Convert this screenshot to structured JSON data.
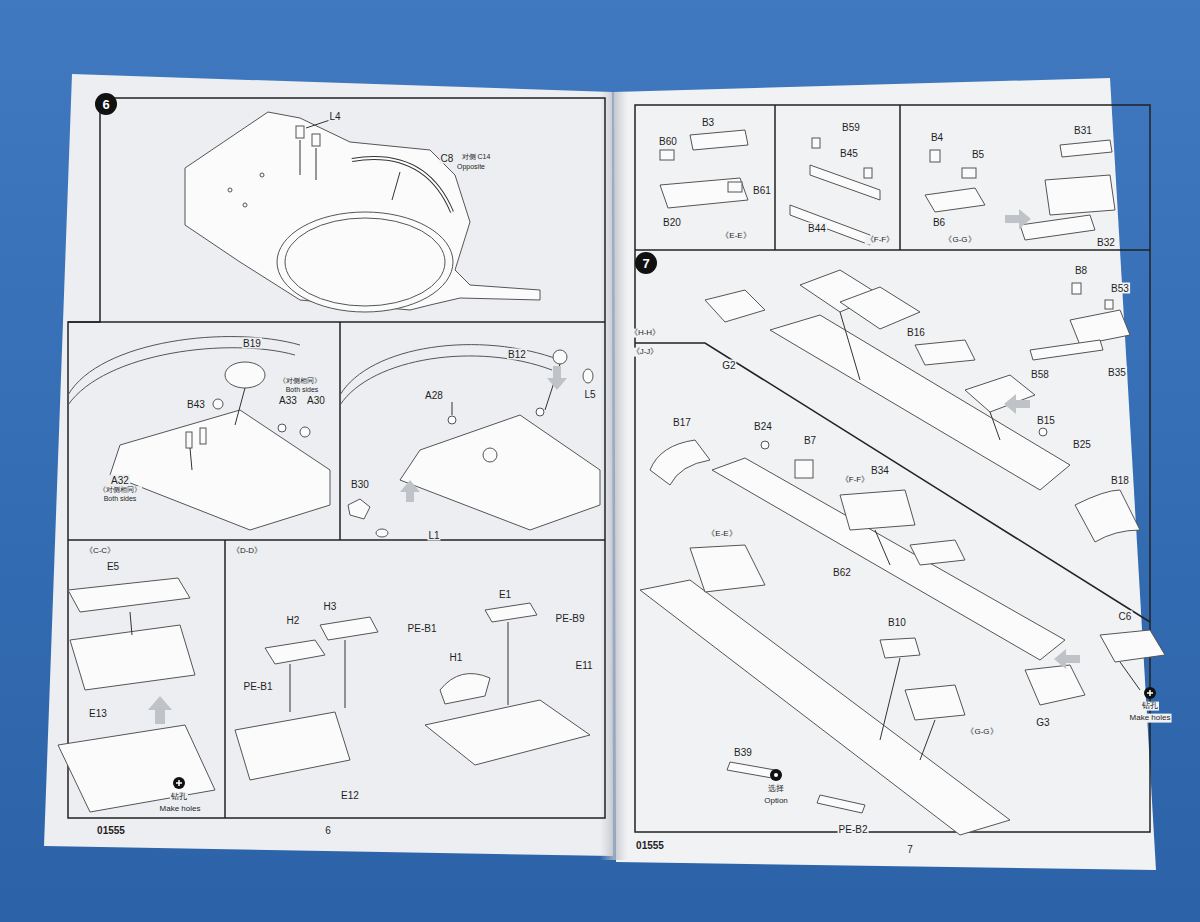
{
  "diagram": {
    "nodes": [
      {
        "text": [
          "6"
        ]
      },
      {
        "text": [
          "7"
        ]
      }
    ],
    "labels": [
      "L4",
      "C8",
      "对侧 C14",
      "Opposite",
      "B19",
      "B43",
      "《对侧相同》",
      "Both sides",
      "A33",
      "A30",
      "A32",
      "《对侧相同》",
      "Both sides",
      "B12",
      "L5",
      "A28",
      "B30",
      "L1",
      "《C-C》",
      "E5",
      "E13",
      "钻孔",
      "Make holes",
      "《D-D》",
      "H3",
      "H2",
      "PE-B1",
      "PE-B1",
      "E12",
      "E1",
      "PE-B9",
      "H1",
      "E11",
      "01555",
      "6",
      "B60",
      "B3",
      "B61",
      "B20",
      "《E-E》",
      "B59",
      "B45",
      "B44",
      "《F-F》",
      "B4",
      "B5",
      "B6",
      "B31",
      "B32",
      "《G-G》",
      "《H-H》",
      "《J-J》",
      "G2",
      "B16",
      "B8",
      "B53",
      "B35",
      "B58",
      "B34",
      "B15",
      "B25",
      "B17",
      "B24",
      "B7",
      "《F-F》",
      "B18",
      "B62",
      "《E-E》",
      "C6",
      "钻孔",
      "Make holes",
      "B10",
      "《G-G》",
      "G3",
      "B39",
      "选择",
      "Option",
      "PE-B2",
      "01555",
      "7"
    ]
  }
}
